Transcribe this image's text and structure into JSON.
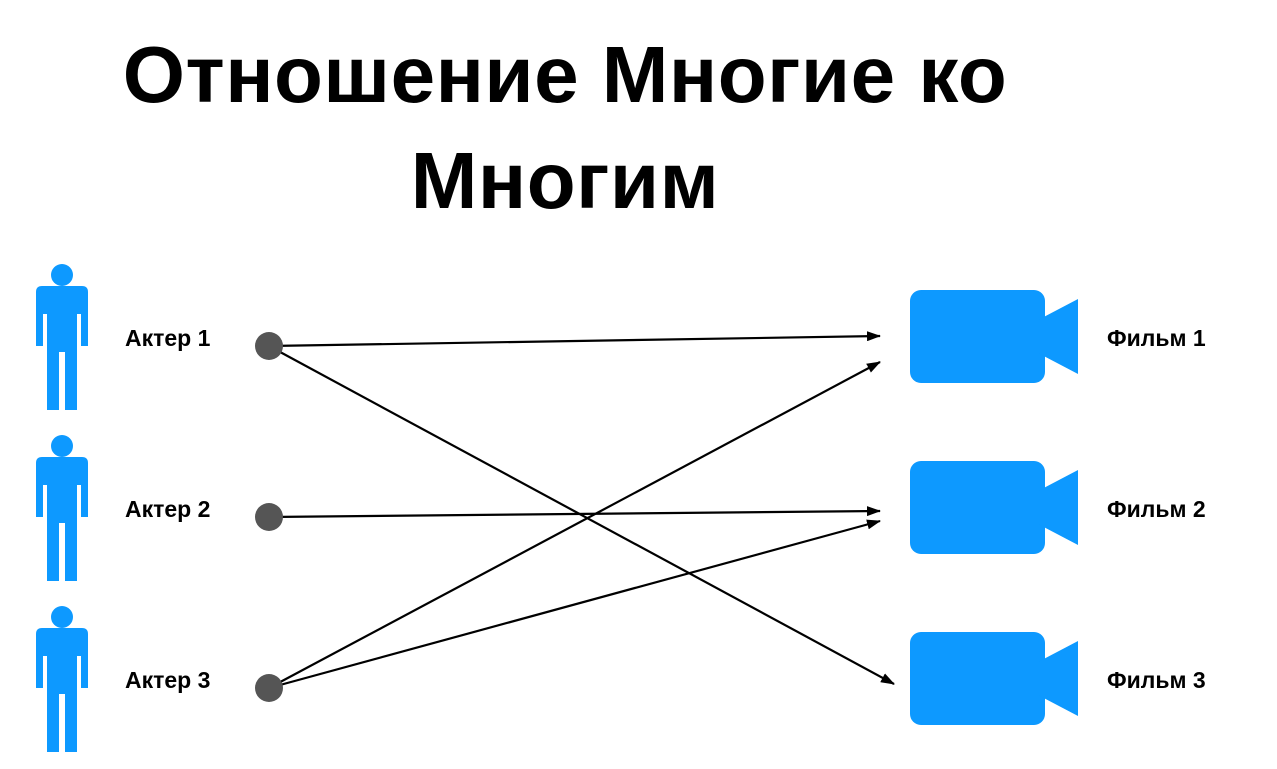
{
  "title": {
    "line1": "Отношение Многие ко",
    "line2": "Многим"
  },
  "colors": {
    "icon_blue": "#0D99FF",
    "node_gray": "#555555",
    "arrow": "#000000",
    "text": "#000000"
  },
  "actors": [
    {
      "label": "Актер 1",
      "icon": "person-icon"
    },
    {
      "label": "Актер 2",
      "icon": "person-icon"
    },
    {
      "label": "Актер 3",
      "icon": "person-icon"
    }
  ],
  "films": [
    {
      "label": "Фильм 1",
      "icon": "video-camera-icon"
    },
    {
      "label": "Фильм 2",
      "icon": "video-camera-icon"
    },
    {
      "label": "Фильм 3",
      "icon": "video-camera-icon"
    }
  ],
  "relations": [
    {
      "from": "Актер 1",
      "to": "Фильм 1"
    },
    {
      "from": "Актер 1",
      "to": "Фильм 3"
    },
    {
      "from": "Актер 2",
      "to": "Фильм 2"
    },
    {
      "from": "Актер 3",
      "to": "Фильм 1"
    },
    {
      "from": "Актер 3",
      "to": "Фильм 2"
    }
  ]
}
